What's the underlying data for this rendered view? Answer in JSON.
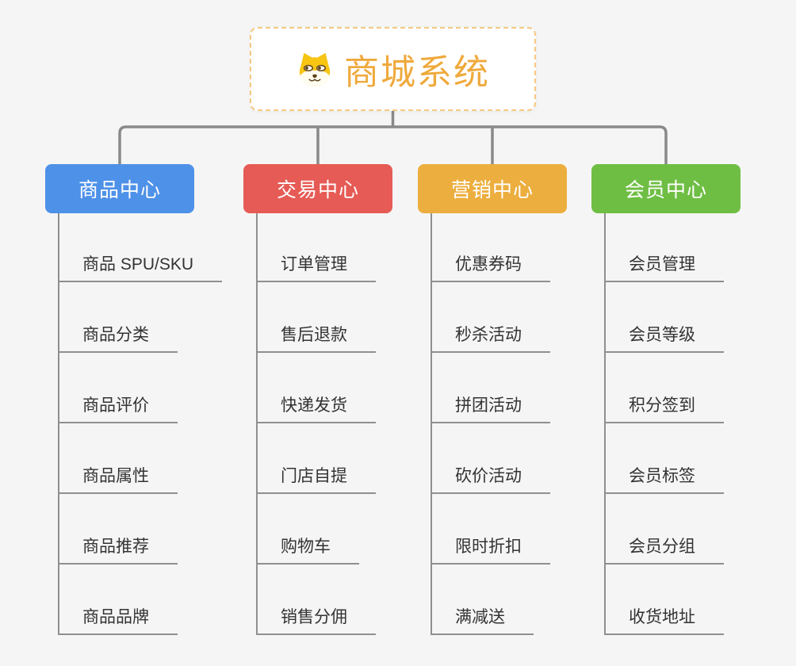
{
  "colors": {
    "background": "#f5f5f5",
    "connector": "#898989",
    "child_line": "#8f8f8f",
    "child_text": "#333333",
    "root_text": "#efa93c",
    "root_border": "#f5c87f"
  },
  "root": {
    "title": "商城系统",
    "icon": "shiba-dog-icon"
  },
  "branches": [
    {
      "label": "商品中心",
      "color": "#4e91e8",
      "children": [
        "商品 SPU/SKU",
        "商品分类",
        "商品评价",
        "商品属性",
        "商品推荐",
        "商品品牌"
      ]
    },
    {
      "label": "交易中心",
      "color": "#e65b55",
      "children": [
        "订单管理",
        "售后退款",
        "快递发货",
        "门店自提",
        "购物车",
        "销售分佣"
      ]
    },
    {
      "label": "营销中心",
      "color": "#ecae3e",
      "children": [
        "优惠券码",
        "秒杀活动",
        "拼团活动",
        "砍价活动",
        "限时折扣",
        "满减送"
      ]
    },
    {
      "label": "会员中心",
      "color": "#6fbe44",
      "children": [
        "会员管理",
        "会员等级",
        "积分签到",
        "会员标签",
        "会员分组",
        "收货地址"
      ]
    }
  ]
}
